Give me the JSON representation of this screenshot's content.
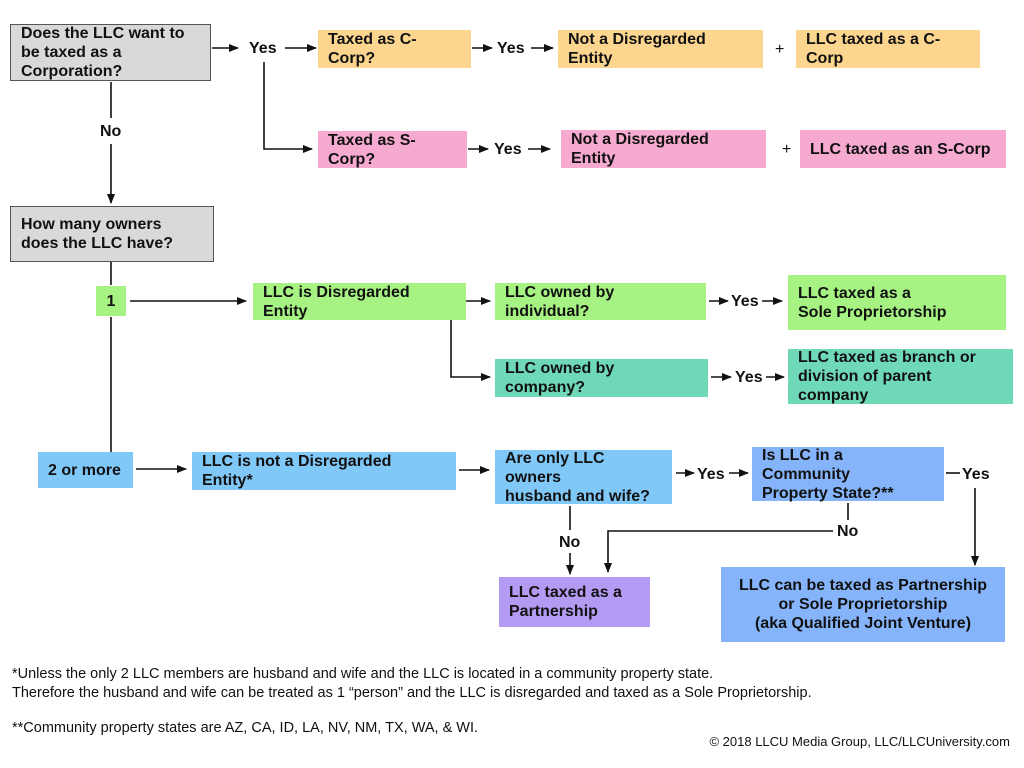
{
  "nodes": {
    "q_corporation": "Does the LLC want to be taxed as a Corporation?",
    "c_corp_question": "Taxed as C-Corp?",
    "not_disregarded_c": "Not a Disregarded Entity",
    "llc_taxed_c_corp": "LLC taxed as a C-Corp",
    "s_corp_question": "Taxed as S-Corp?",
    "not_disregarded_s": "Not a Disregarded Entity",
    "llc_taxed_s_corp": "LLC taxed as an S-Corp",
    "q_owners": "How many owners does the LLC have?",
    "one_owner": "1",
    "disregarded_entity": "LLC is Disregarded Entity",
    "owned_by_individual": "LLC owned by individual?",
    "sole_prop_line1": "LLC taxed as a",
    "sole_prop_line2": "Sole Proprietorship",
    "owned_by_company": "LLC owned by company?",
    "branch_line1": "LLC taxed as branch or",
    "branch_line2": "division of parent company",
    "two_or_more": "2 or more",
    "not_disregarded_star": "LLC is not a Disregarded Entity*",
    "husband_wife_line1": "Are only LLC owners",
    "husband_wife_line2": "husband and wife?",
    "community_line1": "Is LLC in a Community",
    "community_line2": "Property State?**",
    "partnership_line1": "LLC taxed as a",
    "partnership_line2": "Partnership",
    "qjv_line1": "LLC can be taxed as Partnership",
    "qjv_line2": "or Sole Proprietorship",
    "qjv_line3": "(aka Qualified Joint Venture)"
  },
  "edge_labels": {
    "corp_yes": "Yes",
    "corp_no": "No",
    "c_corp_yes": "Yes",
    "s_corp_yes": "Yes",
    "individual_yes": "Yes",
    "company_yes": "Yes",
    "husband_wife_yes": "Yes",
    "husband_wife_no": "No",
    "community_yes": "Yes",
    "community_no": "No",
    "plus_c": "+",
    "plus_s": "+"
  },
  "footnotes": {
    "single_line1": "*Unless the only 2 LLC members are husband and wife and the LLC is located in a community property state.",
    "single_line2": "Therefore the husband and wife can be treated as 1 “person” and the LLC is disregarded and taxed as a Sole Proprietorship.",
    "double": "**Community property states are AZ, CA, ID, LA, NV, NM, TX, WA, & WI."
  },
  "copyright": "© 2018 LLCU Media Group, LLC/LLCUniversity.com",
  "colors": {
    "question_gray": "#d9d9d9",
    "c_corp_yellow": "#fcd68f",
    "s_corp_pink": "#f7aad0",
    "disregarded_green": "#a6f282",
    "company_teal": "#6fd8b9",
    "multi_owner_blue": "#80c8f8",
    "community_blue": "#85b4fb",
    "partnership_purple": "#b39af2"
  }
}
